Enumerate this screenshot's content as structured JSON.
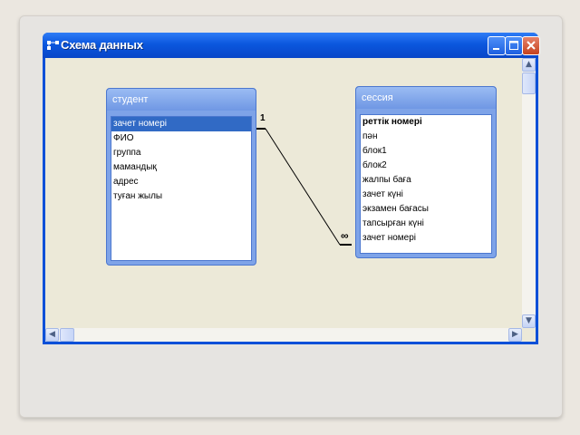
{
  "window": {
    "title": "Схема данных",
    "controls": [
      "minimize-button",
      "maximize-button",
      "close-button"
    ]
  },
  "tables": [
    {
      "name": "студент",
      "fields": [
        "зачет номері",
        "ФИО",
        "группа",
        "мамандық",
        "адрес",
        "туған жылы"
      ],
      "selected_field": "зачет номері"
    },
    {
      "name": "сессия",
      "fields": [
        "реттік номері",
        "пән",
        "блок1",
        "блок2",
        "жалпы баға",
        "зачет күні",
        "экзамен бағасы",
        "тапсырған күні",
        "зачет номері"
      ],
      "bold_field": "реттік номері"
    }
  ],
  "relationship": {
    "from_table": "студент",
    "from_field": "зачет номері",
    "to_table": "сессия",
    "to_field": "зачет номері",
    "one_side_label": "1",
    "many_side_label": "∞"
  },
  "colors": {
    "titlebar": "#0b57de",
    "selection": "#316ac5",
    "table_frame": "#7ea3e8",
    "canvas": "#ece9d8"
  },
  "icons": [
    "app-icon",
    "minimize-icon",
    "maximize-icon",
    "close-icon",
    "scroll-up-icon",
    "scroll-down-icon",
    "scroll-left-icon",
    "scroll-right-icon"
  ]
}
